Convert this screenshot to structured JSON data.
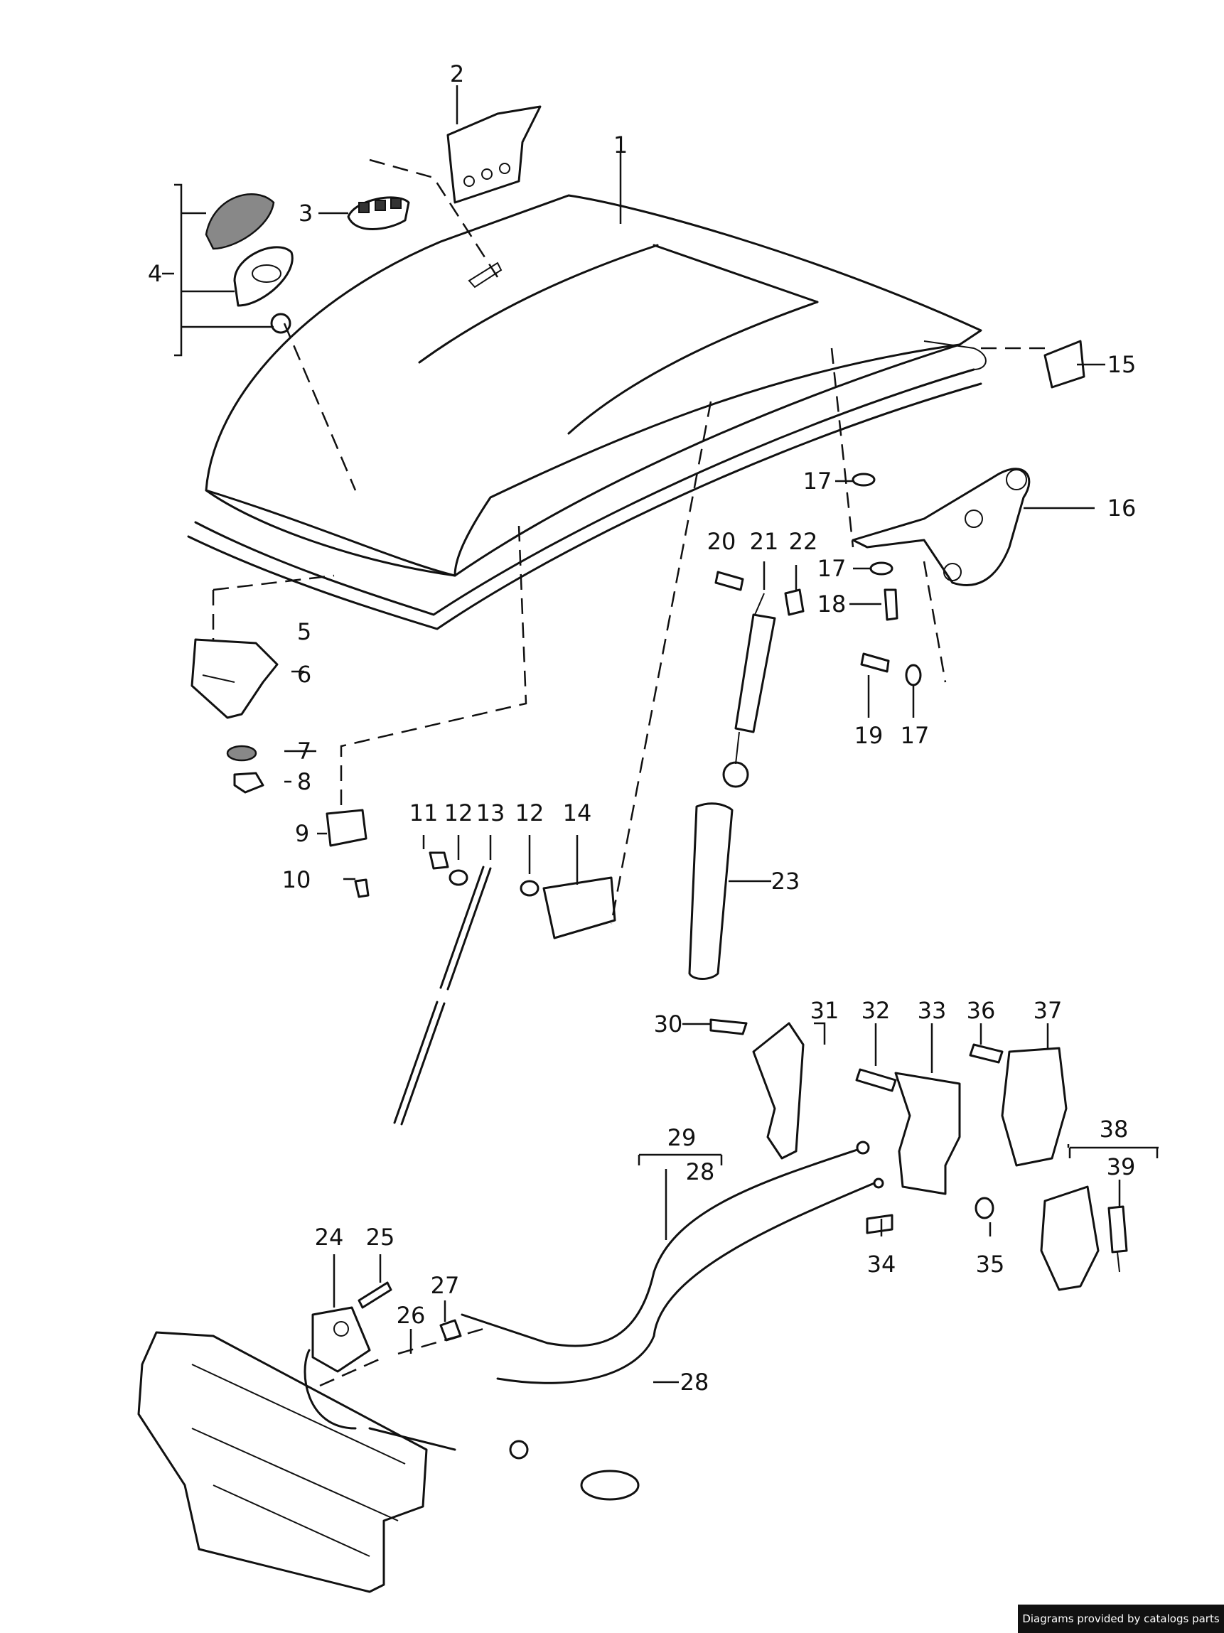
{
  "callouts": [
    "1",
    "2",
    "3",
    "4",
    "5",
    "6",
    "7",
    "8",
    "9",
    "10",
    "11",
    "12",
    "13",
    "12",
    "14",
    "15",
    "16",
    "17",
    "17",
    "17",
    "18",
    "19",
    "20",
    "21",
    "22",
    "23",
    "24",
    "25",
    "26",
    "27",
    "28",
    "28",
    "29",
    "30",
    "31",
    "32",
    "33",
    "34",
    "35",
    "36",
    "37",
    "38",
    "39"
  ],
  "credit": "Diagrams provided by catalogs parts"
}
